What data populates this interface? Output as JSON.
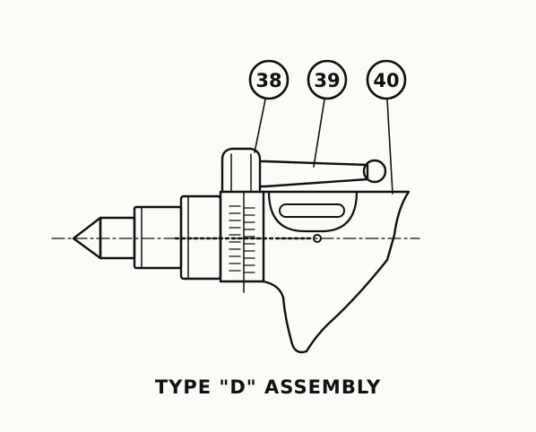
{
  "callouts": [
    {
      "label": "38"
    },
    {
      "label": "39"
    },
    {
      "label": "40"
    }
  ],
  "caption": "TYPE \"D\" ASSEMBLY",
  "colors": {
    "ink": "#111111",
    "paper": "#fbfbf8"
  }
}
